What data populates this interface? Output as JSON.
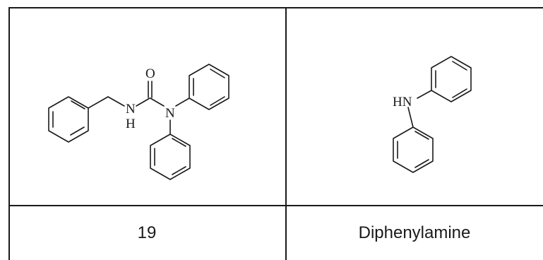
{
  "table": {
    "rows": [
      {
        "cells": [
          {
            "structure": {
              "atoms": [
                "O",
                "N",
                "H",
                "N"
              ]
            }
          },
          {
            "structure": {
              "atoms": [
                "HN"
              ]
            }
          }
        ]
      },
      {
        "cells": [
          {
            "label": "19"
          },
          {
            "label": "Diphenylamine"
          }
        ]
      }
    ]
  },
  "colors": {
    "line": "#1a1a1a",
    "background": "#ffffff"
  }
}
